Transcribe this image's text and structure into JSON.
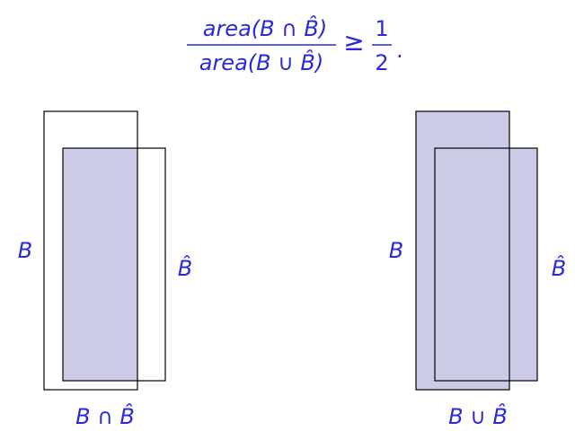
{
  "formula": {
    "numerator": "area(B ∩ B̂)",
    "denominator": "area(B ∪ B̂)",
    "relation": "≥",
    "rhs_numerator": "1",
    "rhs_denominator": "2",
    "trailing": "."
  },
  "left_diagram": {
    "box_label": "B",
    "box_hat_label": "B̂",
    "caption": "B ∩ B̂"
  },
  "right_diagram": {
    "box_label": "B",
    "box_hat_label": "B̂",
    "caption": "B ∪ B̂"
  },
  "colors": {
    "text": "#2a2ad8",
    "fill": "#cccce8",
    "stroke": "#000000",
    "background": "#ffffff"
  }
}
